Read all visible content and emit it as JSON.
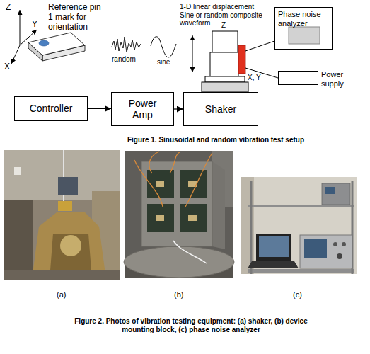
{
  "diagram": {
    "nodes": [
      {
        "text": [
          "Controller"
        ]
      },
      {
        "text": [
          "Power Amp"
        ]
      },
      {
        "text": [
          "Shaker"
        ]
      },
      {
        "text": [
          "Phase noise analyzer"
        ]
      },
      {
        "text": [
          "Power supply"
        ]
      }
    ],
    "edges": [
      {
        "from": 0,
        "to": 1,
        "arrow": "to"
      },
      {
        "from": 1,
        "to": 2,
        "arrow": "to"
      }
    ],
    "labels": [
      "Z",
      "Y",
      "X",
      "Reference pin 1 mark for orientation",
      "1-D linear displacement Sine or random composite waveform",
      "random",
      "sine",
      "Z",
      "X, Y",
      "Figure 1. Sinusoidal and random vibration test setup",
      "(a)",
      "(b)",
      "(c)",
      "Figure 2. Photos of vibration testing equipment: (a) shaker, (b) device mounting block, (c) phase noise analyzer"
    ]
  }
}
